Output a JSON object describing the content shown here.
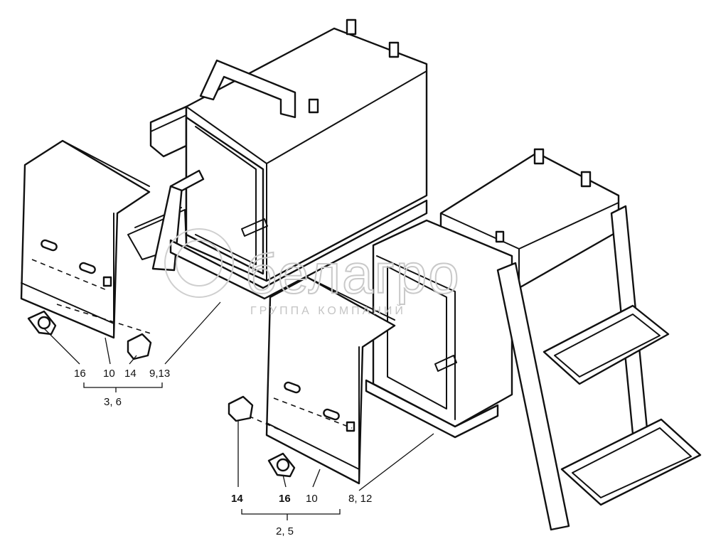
{
  "watermark": {
    "brand": "белагро",
    "tagline": "ГРУППА КОМПАНИЙ"
  },
  "callouts": {
    "left_group": {
      "items": [
        "16",
        "10",
        "14",
        "9,13"
      ],
      "assemblies": "3, 6"
    },
    "right_group": {
      "items": [
        "14",
        "16",
        "10",
        "8, 12"
      ],
      "assemblies": "2, 5"
    }
  },
  "colors": {
    "line": "#111111",
    "background": "#ffffff",
    "watermark": "#c4c4c4"
  }
}
